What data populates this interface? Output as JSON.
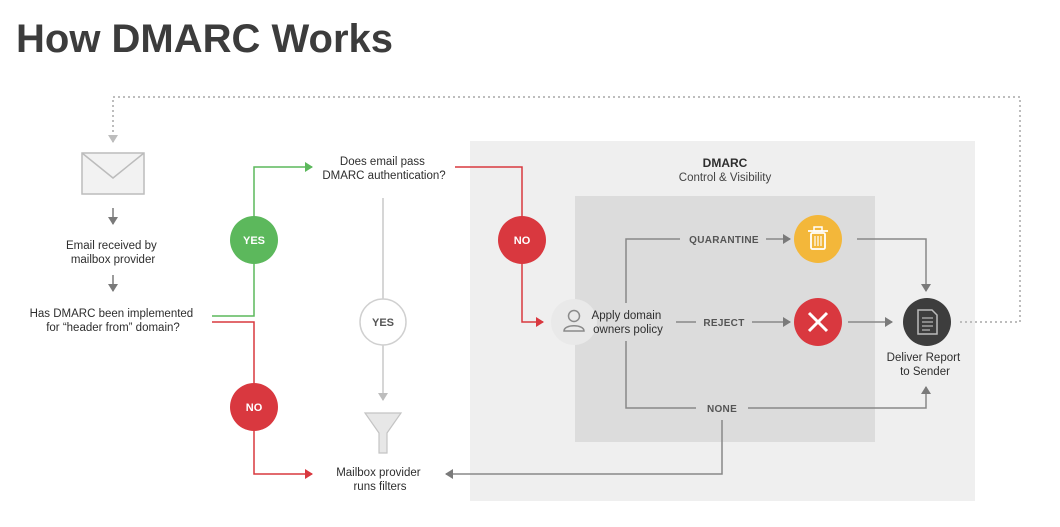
{
  "title": "How DMARC Works",
  "colors": {
    "yes_green": "#5cb85c",
    "no_red": "#d9383f",
    "quarantine_yellow": "#f3b73a",
    "reject_red": "#d9383f",
    "report_dark": "#3d3d3d",
    "panel_outer": "#efefef",
    "panel_inner": "#dcdcdc"
  },
  "flow": {
    "email_received": [
      "Email received by",
      "mailbox provider"
    ],
    "has_dmarc": [
      "Has DMARC been implemented",
      "for “header from” domain?"
    ],
    "does_pass": [
      "Does email pass",
      "DMARC authentication?"
    ],
    "mailbox_filters": [
      "Mailbox provider",
      "runs filters"
    ]
  },
  "badges": {
    "yes_green": "YES",
    "no_red_left": "NO",
    "yes_grey": "YES",
    "no_red_top": "NO"
  },
  "dmarc": {
    "heading": "DMARC",
    "subheading": "Control & Visibility",
    "policy": [
      "Apply domain",
      "owners policy"
    ],
    "actions": {
      "quarantine": "QUARANTINE",
      "reject": "REJECT",
      "none": "NONE"
    },
    "report": [
      "Deliver Report",
      "to Sender"
    ]
  },
  "icons": {
    "email": "envelope-icon",
    "filter": "funnel-icon",
    "policy": "user-icon",
    "quarantine": "trash-can-icon",
    "reject": "x-mark-icon",
    "report": "document-icon"
  }
}
